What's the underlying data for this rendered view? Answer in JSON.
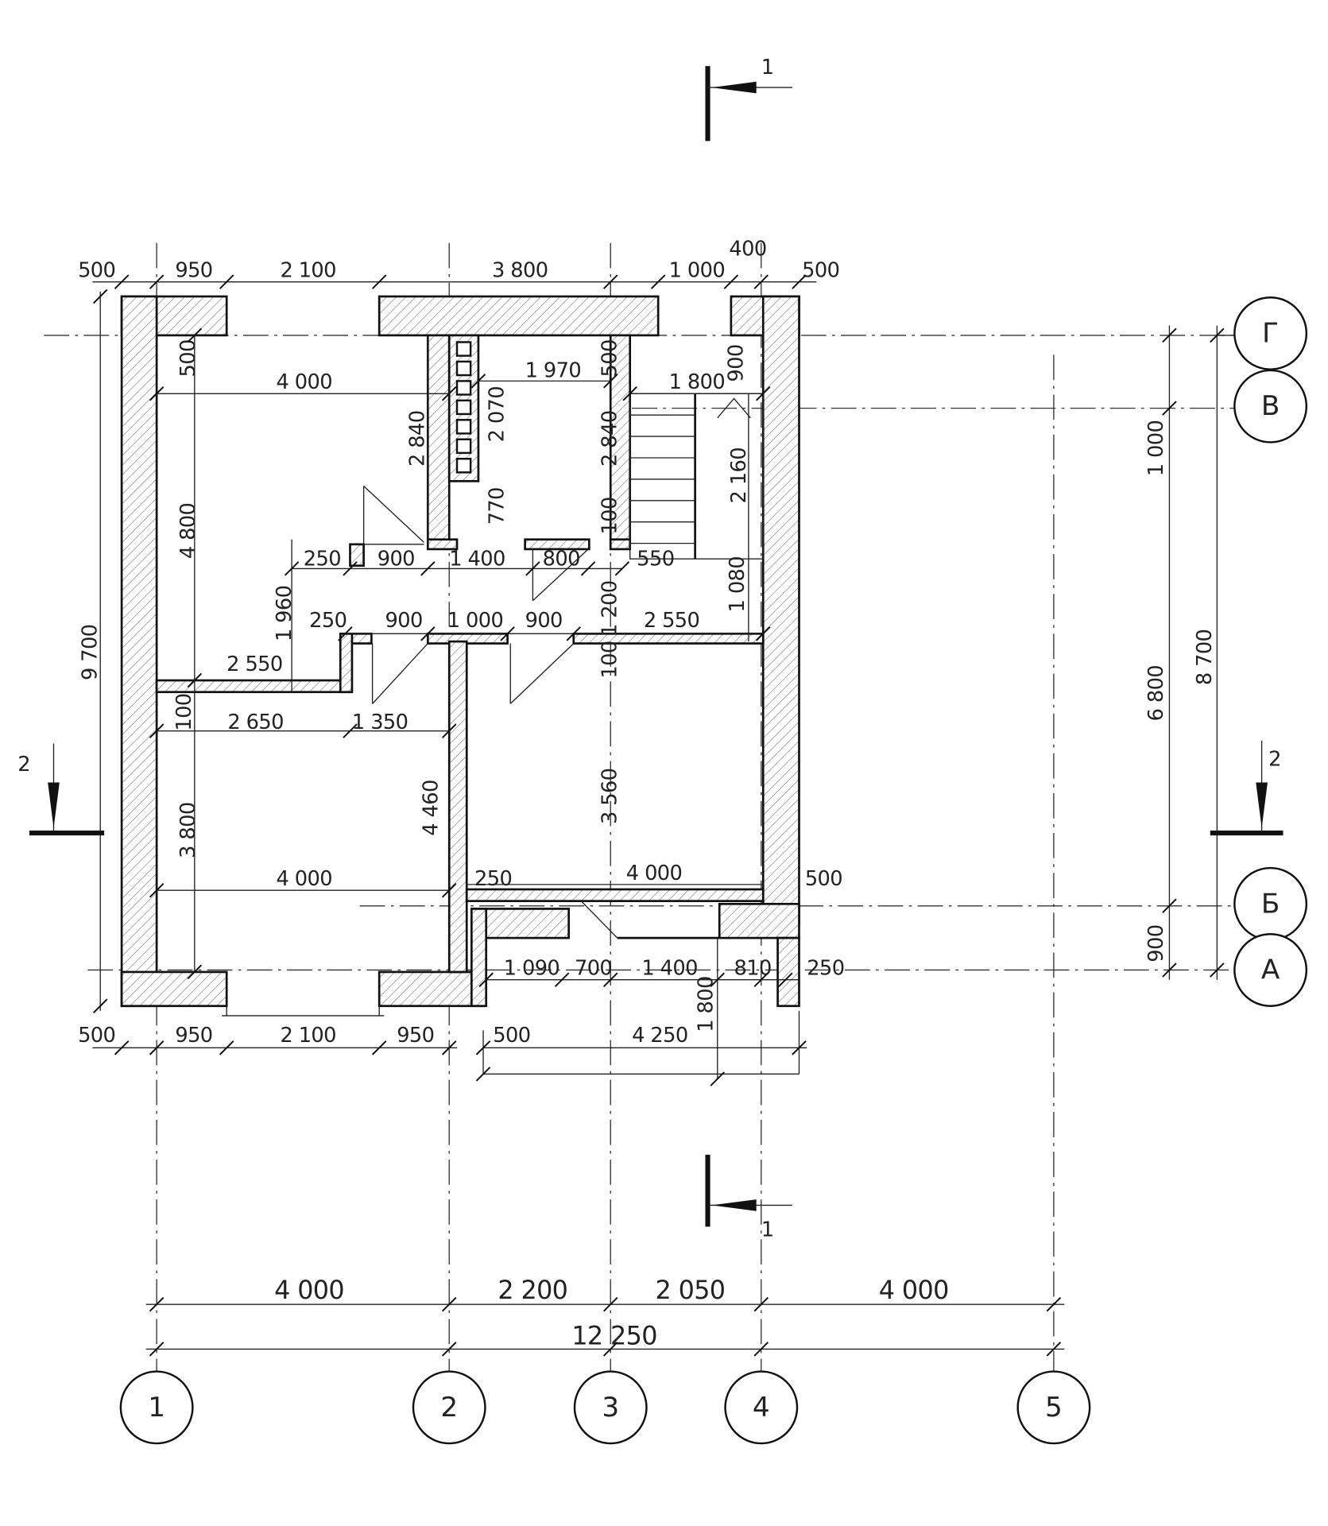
{
  "title": "Floor plan",
  "axes": {
    "rows": [
      "Г",
      "В",
      "Б",
      "А"
    ],
    "columns": [
      "1",
      "2",
      "3",
      "4",
      "5"
    ]
  },
  "section_marks": {
    "top": "1",
    "bottom": "1",
    "left": "2",
    "right": "2"
  },
  "dimensions": [
    "500",
    "950",
    "2 100",
    "3 800",
    "1 000",
    "400",
    "500",
    "500",
    "4 000",
    "1 970",
    "500",
    "1 800",
    "900",
    "2 840",
    "2 070",
    "2 840",
    "2 160",
    "770",
    "100",
    "4 800",
    "250",
    "900",
    "1 400",
    "800",
    "550",
    "1 960",
    "250",
    "900",
    "1 000",
    "900",
    "1 200",
    "2 550",
    "1 080",
    "2 550",
    "100",
    "100",
    "2 650",
    "1 350",
    "9 700",
    "3 560",
    "4 460",
    "3 800",
    "4 000",
    "250",
    "4 000",
    "500",
    "1 090",
    "700",
    "1 400",
    "810",
    "250",
    "1 800",
    "500",
    "950",
    "2 100",
    "950",
    "500",
    "4 250",
    "1 000",
    "6 800",
    "8 700",
    "900",
    "4 000",
    "2 200",
    "2 050",
    "4 000",
    "12 250"
  ]
}
